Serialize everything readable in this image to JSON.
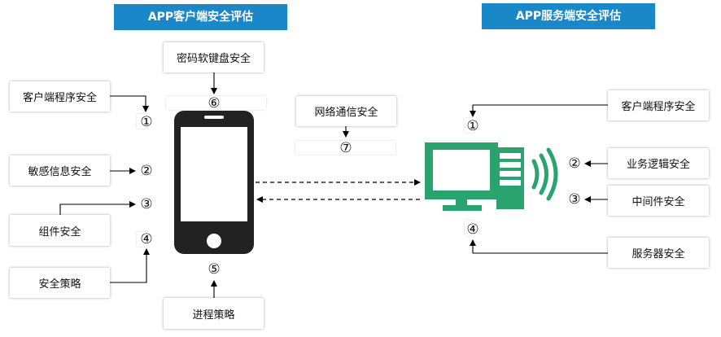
{
  "client": {
    "title": "APP客户端安全评估",
    "items": [
      {
        "label": "客户端程序安全",
        "num": "①"
      },
      {
        "label": "敏感信息安全",
        "num": "②"
      },
      {
        "label": "组件安全",
        "num": "③"
      },
      {
        "label": "安全策略",
        "num": "④"
      },
      {
        "label": "进程策略",
        "num": "⑤"
      },
      {
        "label": "密码软键盘安全",
        "num": "⑥"
      }
    ]
  },
  "network": {
    "label": "网络通信安全",
    "num": "⑦"
  },
  "server": {
    "title": "APP服务端安全评估",
    "items": [
      {
        "label": "客户端程序安全",
        "num": "①"
      },
      {
        "label": "业务逻辑安全",
        "num": "②"
      },
      {
        "label": "中间件安全",
        "num": "③"
      },
      {
        "label": "服务器安全",
        "num": "④"
      }
    ]
  },
  "colors": {
    "title_bg": "#1a87c8",
    "phone": "#222222",
    "server_icon": "#2aa36e"
  },
  "icons": [
    "smartphone-icon",
    "server-computer-icon",
    "signal-waves-icon"
  ]
}
